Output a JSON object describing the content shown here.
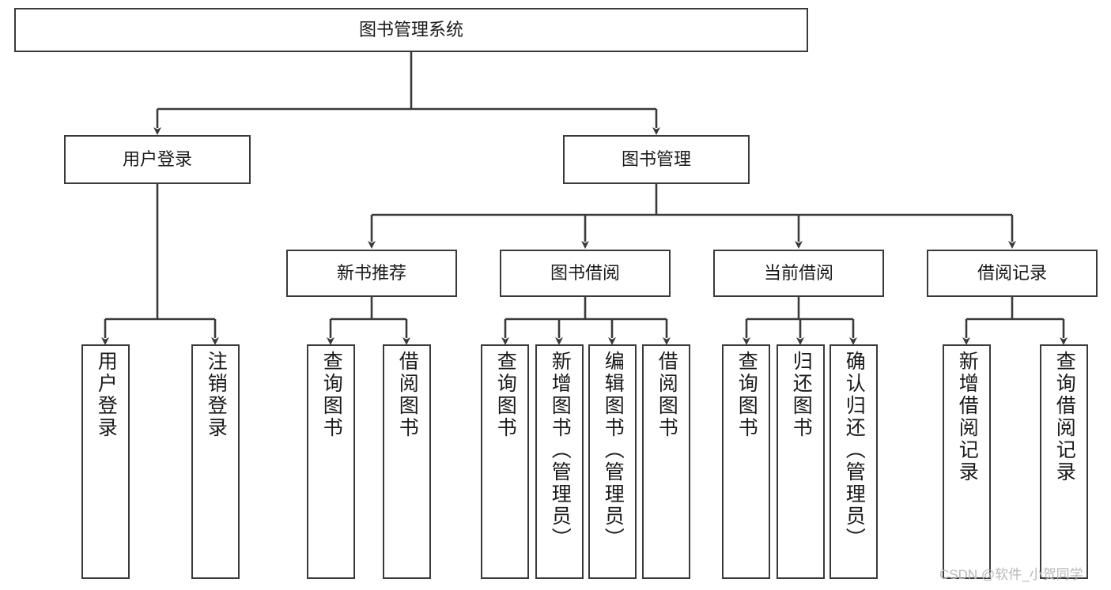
{
  "diagram": {
    "title": "图书管理系统",
    "type": "tree-hierarchy-chart",
    "orientation": "top-down",
    "colors": {
      "box_border": "#3a3a3a",
      "box_fill": "#ffffff",
      "edge": "#3a3a3a",
      "text": "#1a1a1a",
      "watermark": "#b9b9b9"
    },
    "root": {
      "label": "图书管理系统"
    },
    "level2": [
      {
        "label": "用户登录"
      },
      {
        "label": "图书管理"
      }
    ],
    "level3": [
      {
        "label": "新书推荐"
      },
      {
        "label": "图书借阅"
      },
      {
        "label": "当前借阅"
      },
      {
        "label": "借阅记录"
      }
    ],
    "leaves": {
      "user_login": [
        {
          "label": "用户登录"
        },
        {
          "label": "注销登录"
        }
      ],
      "new_book_recommend": [
        {
          "label": "查询图书"
        },
        {
          "label": "借阅图书"
        }
      ],
      "book_borrow": [
        {
          "label": "查询图书"
        },
        {
          "label": "新增图书（管理员）"
        },
        {
          "label": "编辑图书（管理员）"
        },
        {
          "label": "借阅图书"
        }
      ],
      "current_borrow": [
        {
          "label": "查询图书"
        },
        {
          "label": "归还图书"
        },
        {
          "label": "确认归还（管理员）"
        }
      ],
      "borrow_record": [
        {
          "label": "新增借阅记录"
        },
        {
          "label": "查询借阅记录"
        }
      ]
    }
  },
  "watermark": {
    "text": "CSDN @软件_小贺同学"
  }
}
